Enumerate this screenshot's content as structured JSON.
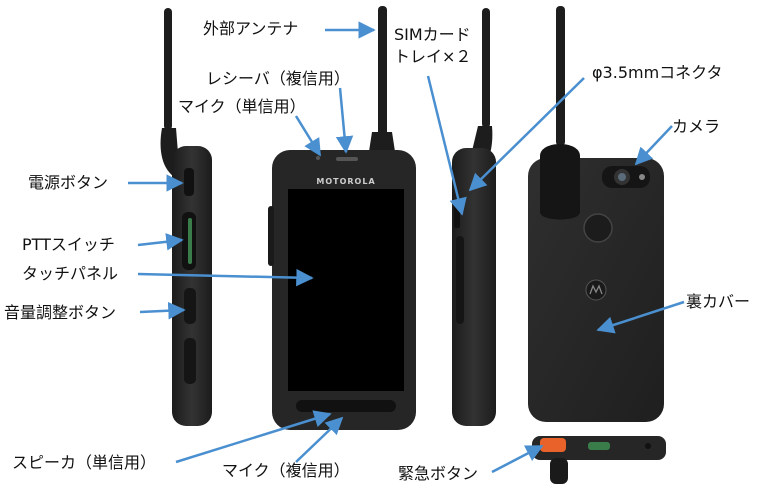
{
  "labels": {
    "antenna": "外部アンテナ",
    "sim_line1": "SIMカード",
    "sim_line2": "トレイ×２",
    "receiver": "レシーバ（複信用）",
    "mic_simplex": "マイク（単信用）",
    "jack": "φ3.5mmコネクタ",
    "camera": "カメラ",
    "power_button": "電源ボタン",
    "ptt_switch": "PTTスイッチ",
    "touch_panel": "タッチパネル",
    "volume_button": "音量調整ボタン",
    "back_cover": "裏カバー",
    "speaker": "スピーカ（単信用）",
    "mic_duplex": "マイク（複信用）",
    "emergency_button": "緊急ボタン"
  },
  "device": {
    "brand": "MOTOROLA"
  },
  "colors": {
    "arrow": "#4a8fcf",
    "device_body": "#2b2b2b",
    "screen": "#000000",
    "ptt_green": "#3b7d4a",
    "emergency_orange": "#e8622a"
  }
}
